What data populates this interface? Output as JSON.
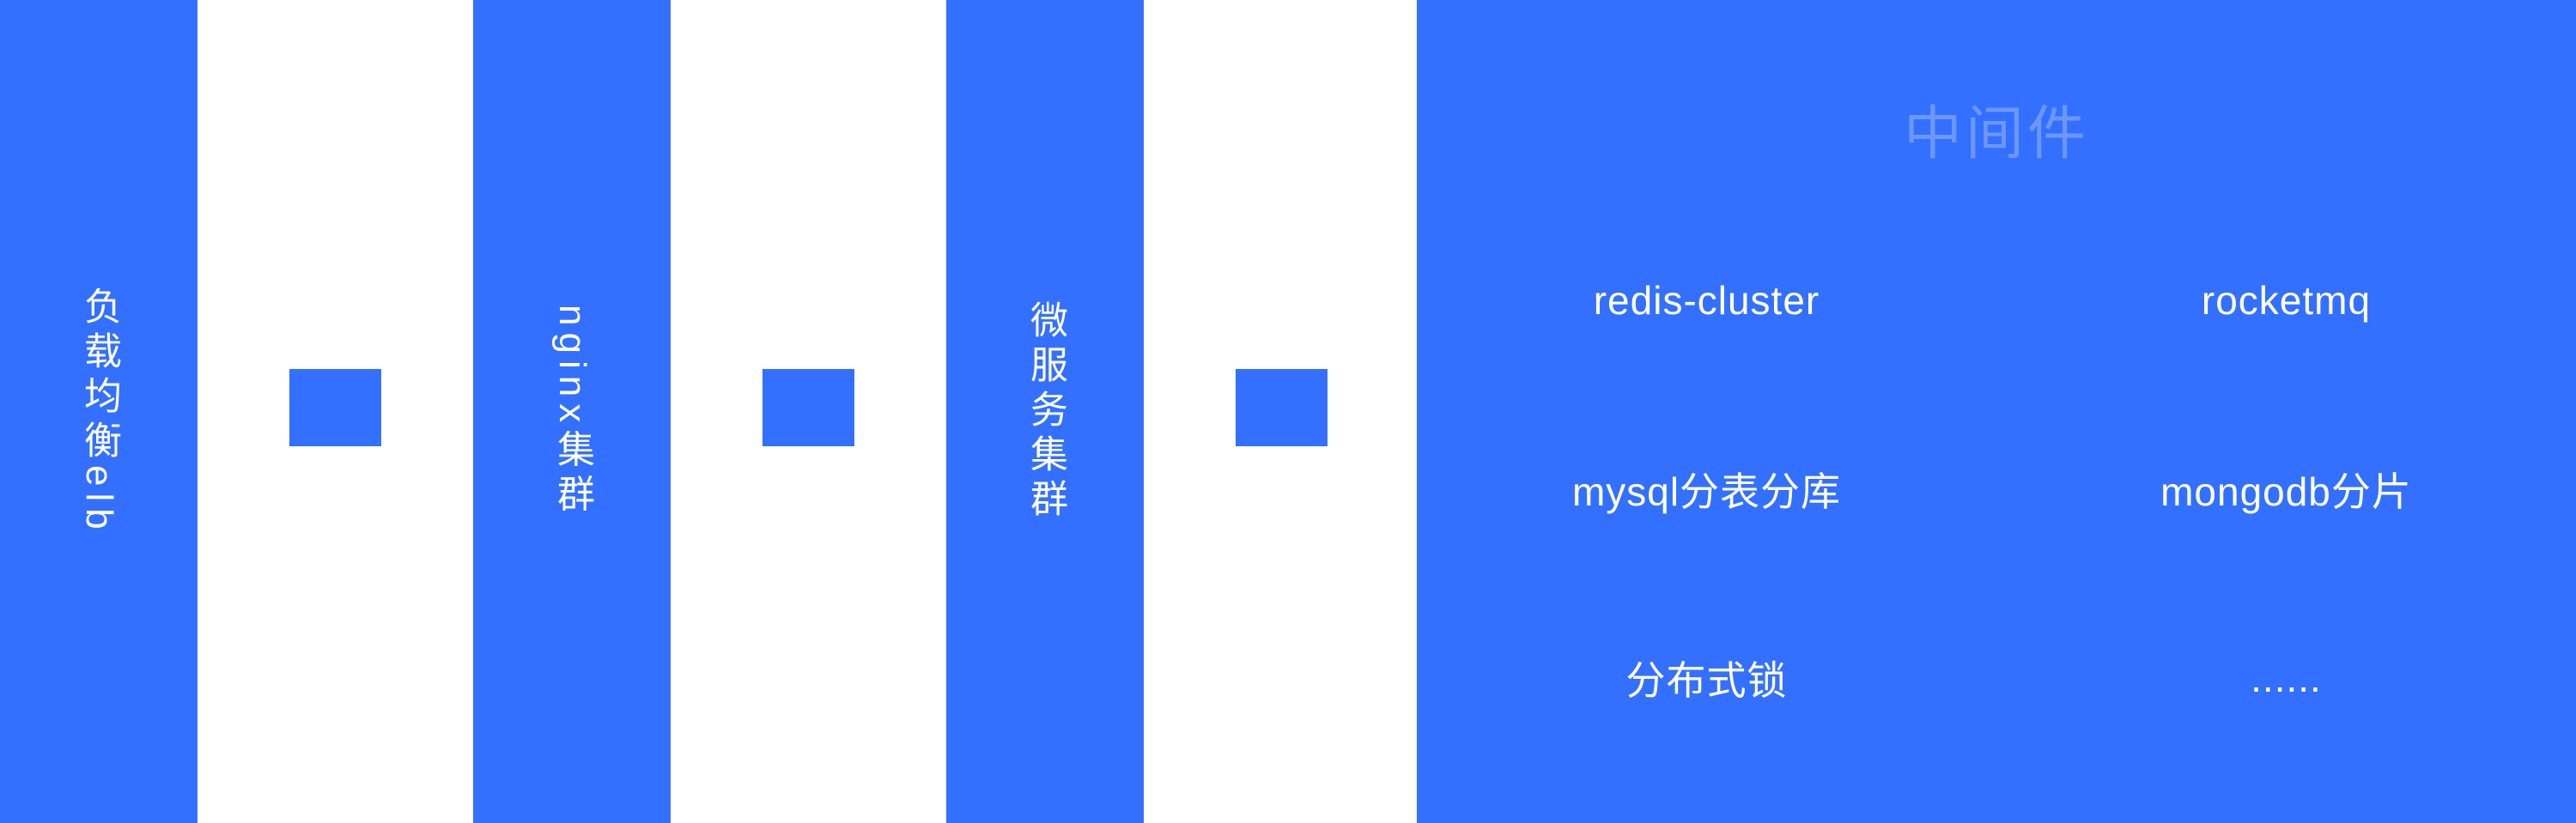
{
  "diagram": {
    "accent_color": "#3370ff",
    "text_color": "#ffffff",
    "nodes": [
      {
        "label": "负载均衡elb"
      },
      {
        "label": "nginx集群"
      },
      {
        "label": "微服务集群"
      }
    ],
    "middleware": {
      "title": "中间件",
      "items": [
        [
          "redis-cluster",
          "rocketmq"
        ],
        [
          "mysql分表分库",
          "mongodb分片"
        ],
        [
          "分布式锁",
          "......"
        ]
      ]
    }
  }
}
